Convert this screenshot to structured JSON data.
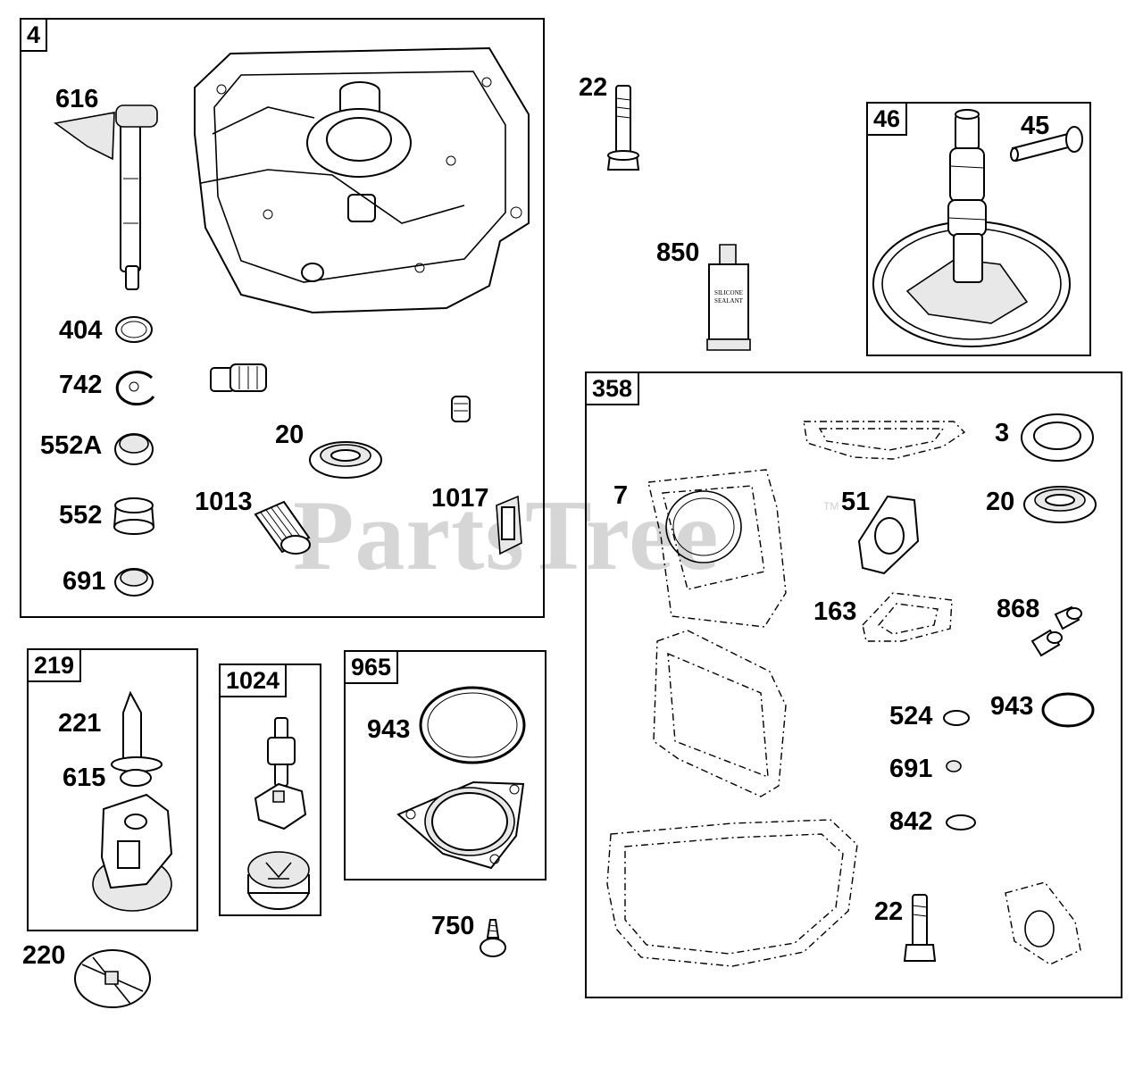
{
  "watermark": {
    "text": "PartsTree",
    "trademark": "TM"
  },
  "groups": {
    "g4": "4",
    "g46": "46",
    "g358": "358",
    "g219": "219",
    "g1024": "1024",
    "g965": "965"
  },
  "parts": {
    "p616": "616",
    "p404": "404",
    "p742": "742",
    "p552A": "552A",
    "p552": "552",
    "p691a": "691",
    "p20a": "20",
    "p1013": "1013",
    "p1017": "1017",
    "p22a": "22",
    "p850": "850",
    "p45": "45",
    "p3": "3",
    "p7": "7",
    "p51": "51",
    "p20b": "20",
    "p163": "163",
    "p868": "868",
    "p524": "524",
    "p943a": "943",
    "p691b": "691",
    "p842": "842",
    "p22b": "22",
    "p221": "221",
    "p615": "615",
    "p220": "220",
    "p943b": "943",
    "p750": "750"
  },
  "tube_text": {
    "line1": "SILICONE",
    "line2": "SEALANT"
  },
  "colors": {
    "ink": "#000000",
    "watermark": "#d6d6d6",
    "fill": "#e8e8e8",
    "background": "#ffffff"
  }
}
